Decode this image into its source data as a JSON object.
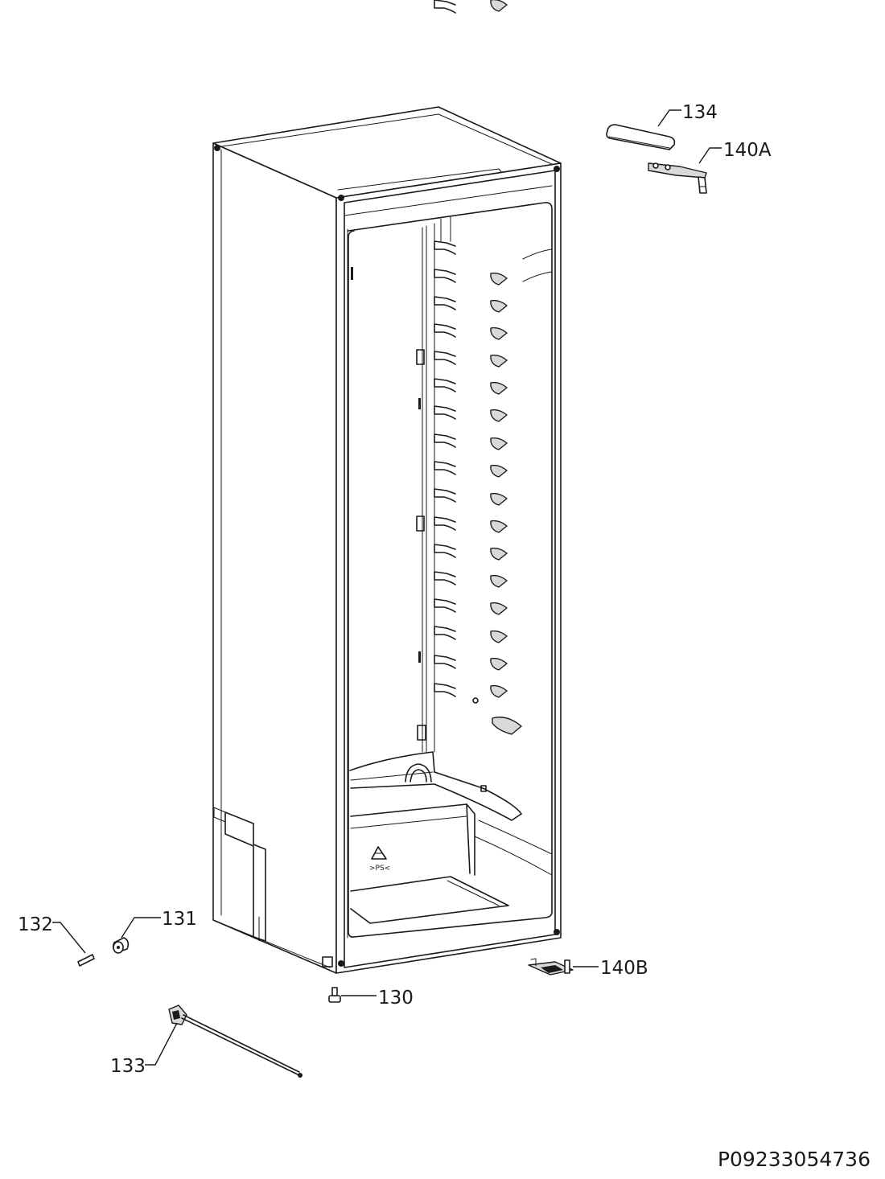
{
  "diagram": {
    "callouts": {
      "c134": "134",
      "c140a": "140A",
      "c132": "132",
      "c131": "131",
      "c140b": "140B",
      "c130": "130",
      "c133": "133"
    },
    "drawing_code": "P09233054736"
  }
}
